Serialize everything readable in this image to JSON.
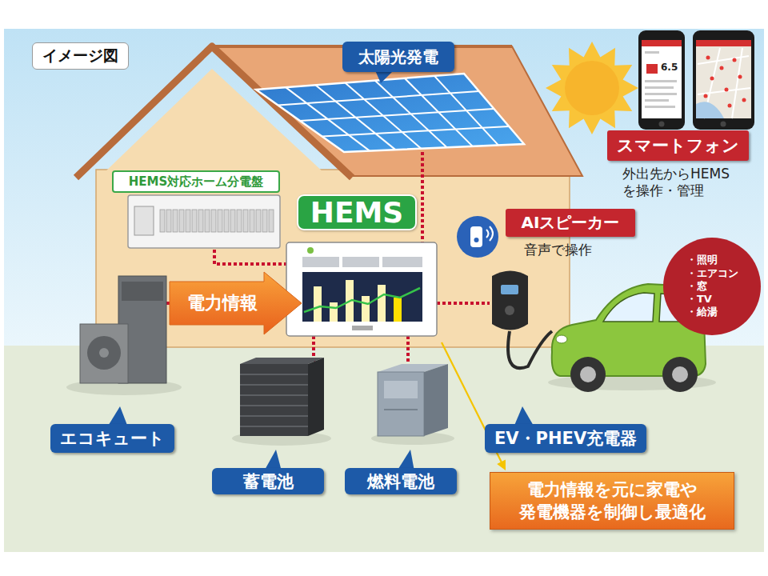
{
  "diagram": {
    "title": "イメージ図",
    "nodes": [
      {
        "text": [
          "太陽光発電"
        ]
      },
      {
        "text": [
          "HEMS対応ホーム分電盤"
        ]
      },
      {
        "text": [
          "HEMS"
        ]
      },
      {
        "text": [
          "電力情報"
        ]
      },
      {
        "text": [
          "エコキュート"
        ]
      },
      {
        "text": [
          "蓄電池"
        ]
      },
      {
        "text": [
          "燃料電池"
        ]
      },
      {
        "text": [
          "EV・PHEV充電器"
        ]
      },
      {
        "text": [
          "AIスピーカー"
        ]
      },
      {
        "text": [
          "スマートフォン"
        ]
      },
      {
        "text": [
          "・照明",
          "・エアコン",
          "・窓",
          "・TV",
          "・給湯"
        ]
      },
      {
        "text": [
          "電力情報を元に家電や 発電機器を制御し最適化"
        ]
      }
    ],
    "labels": [
      "6.5",
      "外出先からHEMS を操作・管理",
      "音声で操作"
    ]
  }
}
